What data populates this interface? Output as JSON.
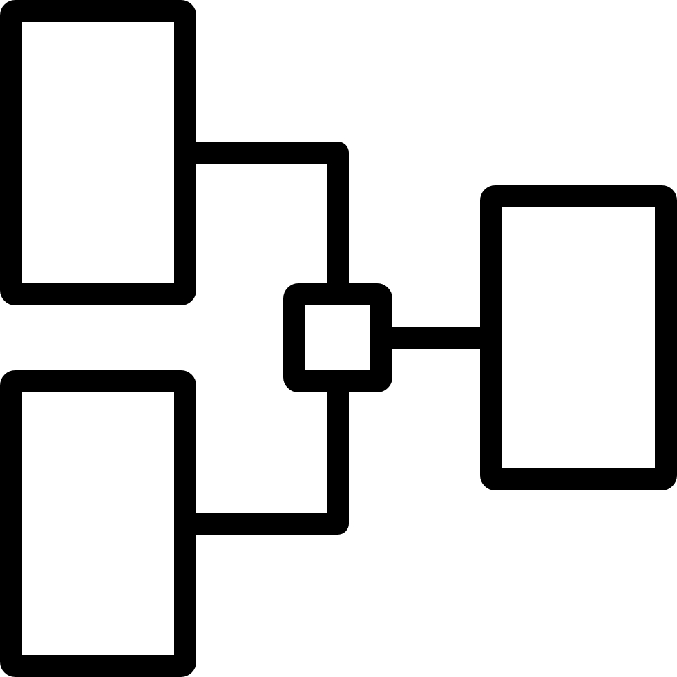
{
  "icon": {
    "name": "sitemap-diagram-icon",
    "stroke_color": "#000000",
    "fill_color": "#ffffff",
    "nodes": [
      "source-node-top",
      "source-node-bottom",
      "junction-node",
      "target-node"
    ],
    "connectors": [
      "connector-top-to-junction",
      "connector-bottom-to-junction",
      "connector-junction-to-target"
    ]
  }
}
